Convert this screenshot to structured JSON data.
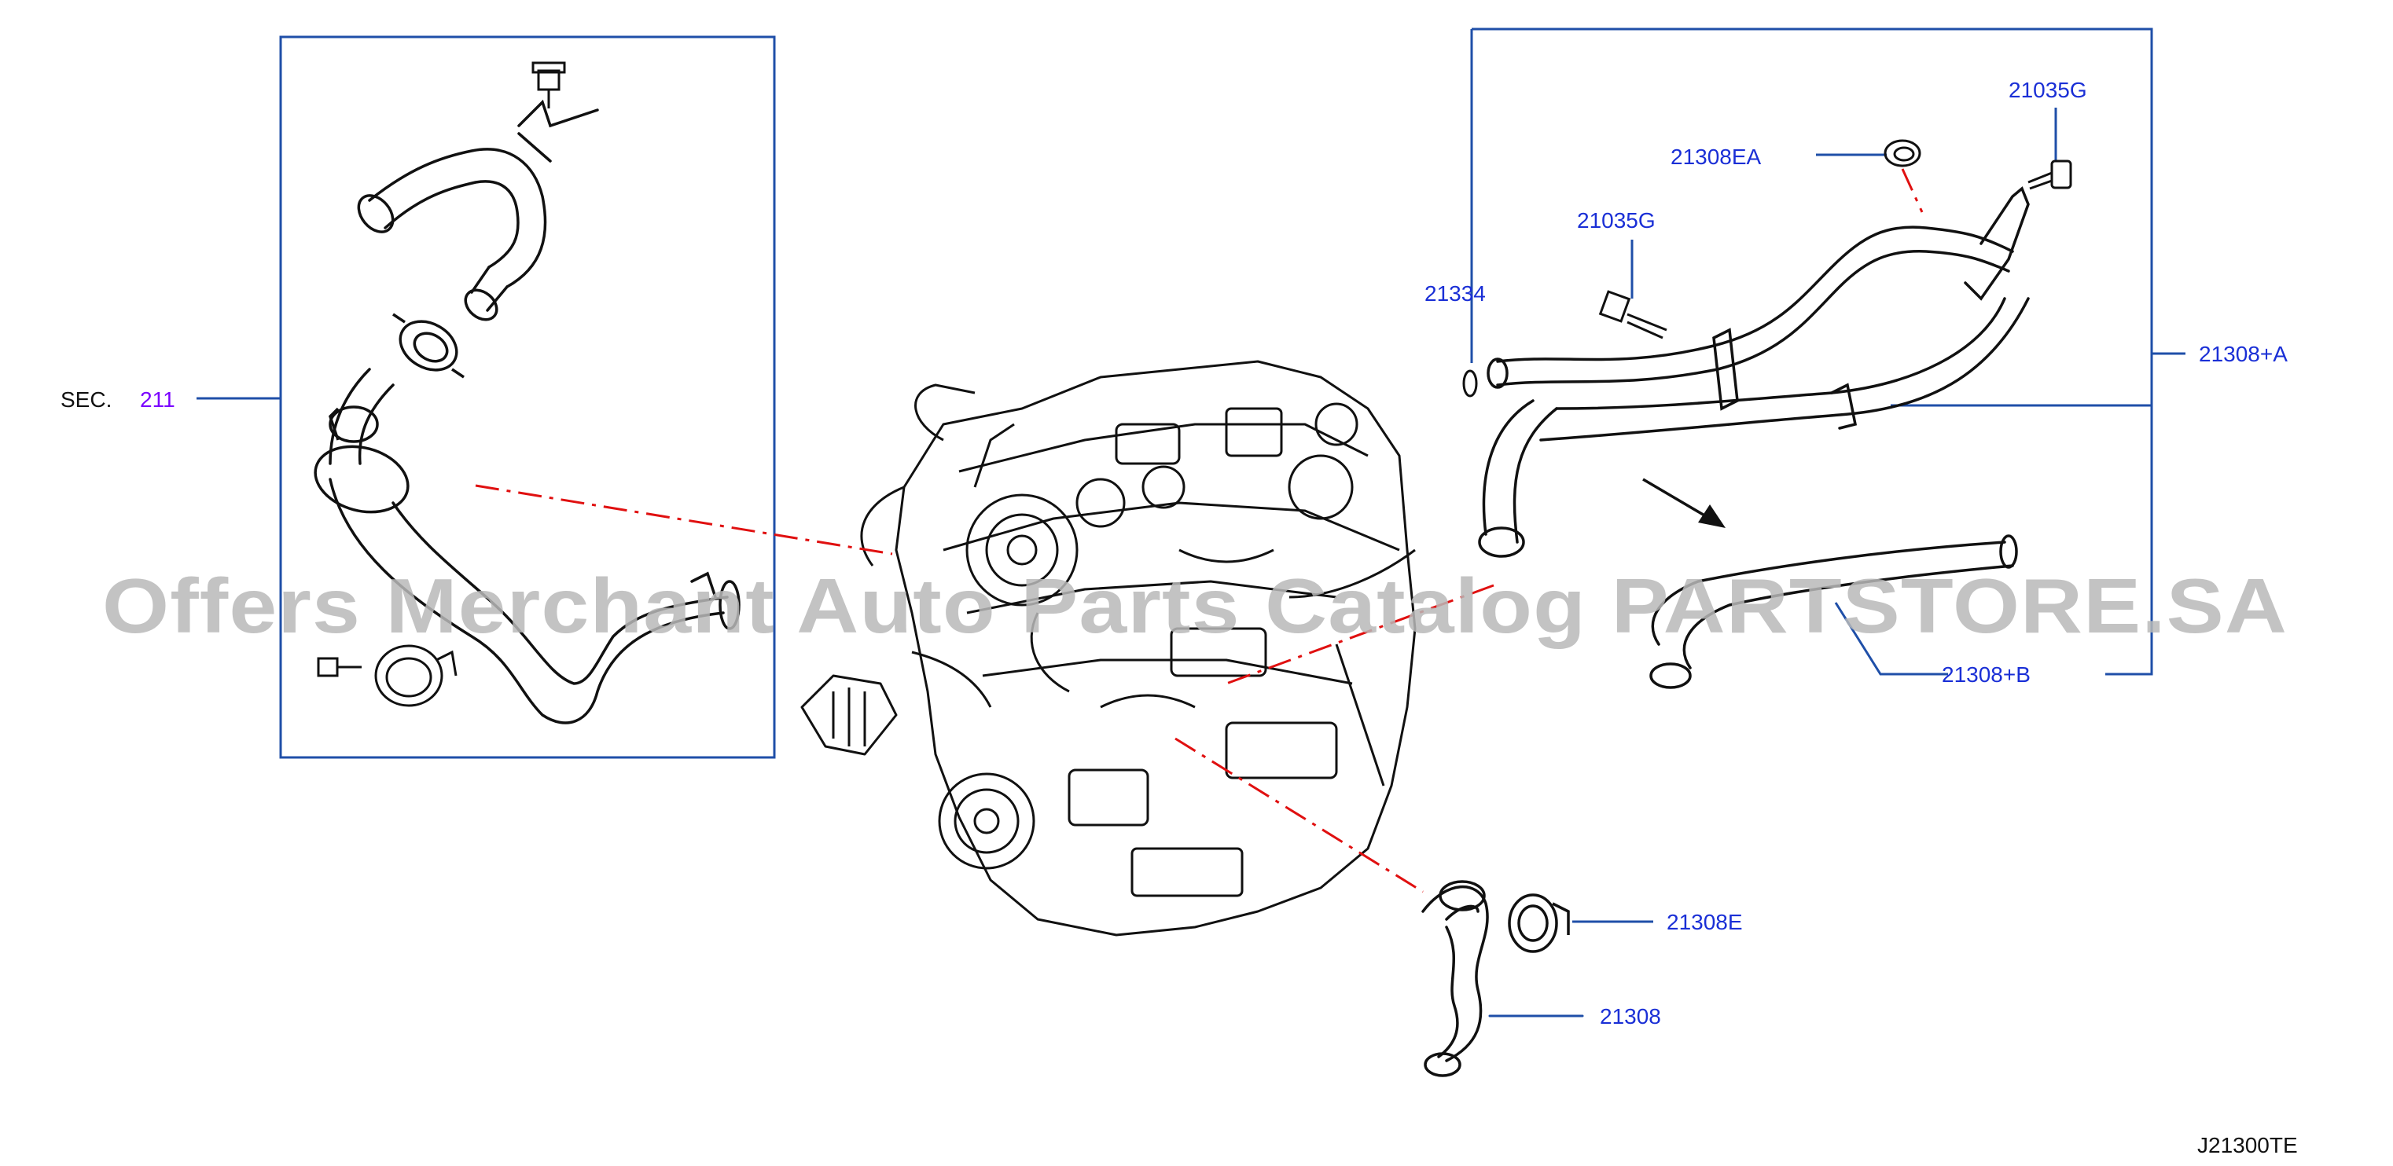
{
  "diagram": {
    "colors": {
      "callout": "#1a2fd6",
      "callout_line": "#1f4fa8",
      "section_ref": "#7a00ff",
      "leader": "#e01010",
      "drawing": "#111111",
      "watermark": "#b9b9b9"
    },
    "section_ref": {
      "prefix": "SEC.",
      "number": "211"
    },
    "callouts": {
      "c21035g_left": "21035G",
      "c21035g_right": "21035G",
      "c21308ea": "21308EA",
      "c21334": "21334",
      "c21308a": "21308+A",
      "c21308b": "21308+B",
      "c21308e": "21308E",
      "c21308": "21308"
    },
    "watermark": "Offers Merchant Auto Parts Catalog PARTSTORE.SA",
    "diagram_code": "J21300TE"
  }
}
